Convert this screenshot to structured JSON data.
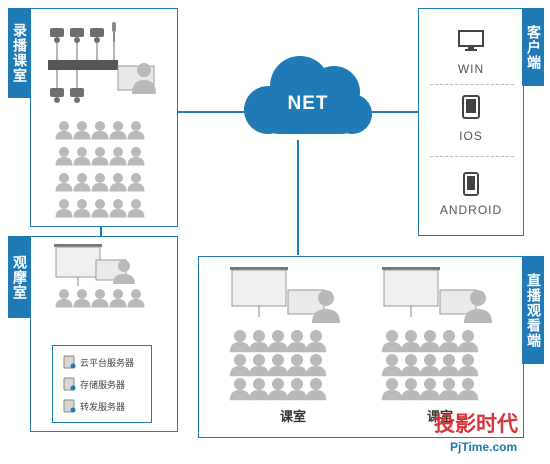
{
  "net_label": "NET",
  "sections": {
    "recording": "录播课室",
    "observation": "观摩室",
    "client": "客户端",
    "live": "直播观看端"
  },
  "clients": [
    "WIN",
    "IOS",
    "ANDROID"
  ],
  "servers": [
    "云平台服务器",
    "存储服务器",
    "转发服务器"
  ],
  "classrooms": [
    "课室",
    "课室"
  ],
  "watermark": {
    "brand": "投影时代",
    "site": "PjTime.com"
  },
  "colors": {
    "accent": "#1f7ab5",
    "person": "#b9b9b9",
    "cloud": "#1f7ab5"
  },
  "icons": [
    "camera-icon",
    "microphone-icon",
    "recorder-icon",
    "screen-icon",
    "person-icon",
    "desktop-icon",
    "tablet-icon",
    "phone-icon",
    "server-icon",
    "projector-screen-icon"
  ]
}
